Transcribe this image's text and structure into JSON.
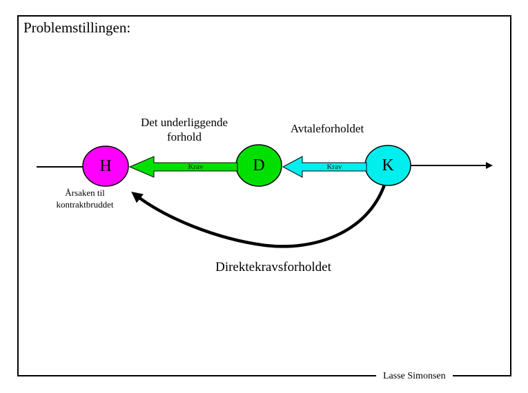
{
  "slide": {
    "title": "Problemstillingen:",
    "footer": "Lasse Simonsen"
  },
  "diagram": {
    "label_underlying": "Det underliggende forhold",
    "label_agreement": "Avtaleforholdet",
    "label_cause": "Årsaken til kontraktbruddet",
    "label_direct_claim": "Direktekravsforholdet",
    "nodes": [
      {
        "id": "H",
        "label": "H",
        "color": "#FF00FF"
      },
      {
        "id": "D",
        "label": "D",
        "color": "#00E000"
      },
      {
        "id": "K",
        "label": "K",
        "color": "#00EEEE"
      }
    ],
    "arrows": [
      {
        "label": "Krav",
        "color": "#00E000"
      },
      {
        "label": "Krav",
        "color": "#00EEEE"
      }
    ],
    "line_color": "#000000"
  }
}
